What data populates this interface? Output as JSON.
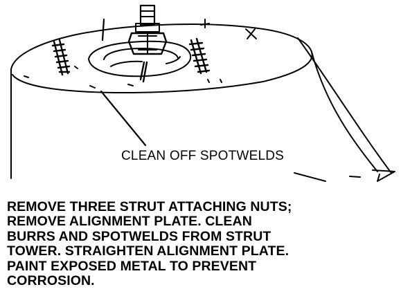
{
  "figure": {
    "callout_label": "CLEAN OFF SPOTWELDS",
    "instruction_lines": [
      "REMOVE THREE STRUT ATTACHING NUTS;",
      "REMOVE ALIGNMENT PLATE. CLEAN",
      "BURRS AND SPOTWELDS FROM STRUT",
      "TOWER. STRAIGHTEN ALIGNMENT PLATE.",
      "PAINT EXPOSED METAL TO PREVENT",
      "CORROSION."
    ],
    "colors": {
      "ink": "#000000",
      "paper": "#ffffff"
    }
  }
}
